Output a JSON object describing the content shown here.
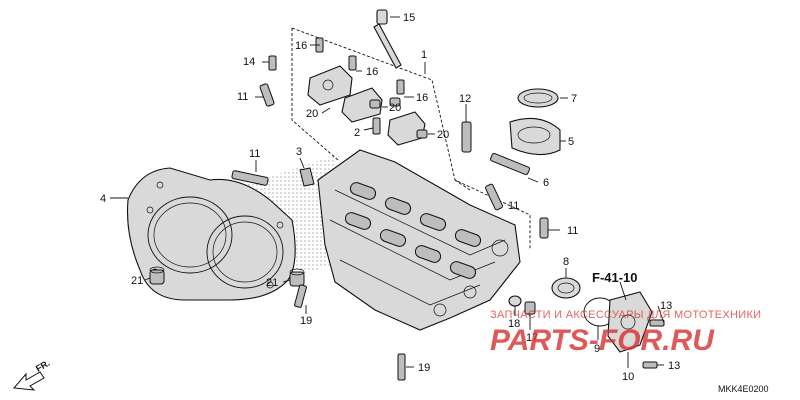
{
  "callouts": {
    "c15": "15",
    "c16a": "16",
    "c16b": "16",
    "c16c": "16",
    "c1": "1",
    "c14": "14",
    "c11a": "11",
    "c20a": "20",
    "c20b": "20",
    "c20c": "20",
    "c12": "12",
    "c7": "7",
    "c5": "5",
    "c2": "2",
    "c3": "3",
    "c11b": "11",
    "c4": "4",
    "c6": "6",
    "c11c": "11",
    "c11d": "11",
    "c8": "8",
    "c21a": "21",
    "c21b": "21",
    "c19a": "19",
    "c19b": "19",
    "c18": "18",
    "c17": "17",
    "c9": "9",
    "c13a": "13",
    "c13b": "13",
    "c10": "10"
  },
  "reference": "F-41-10",
  "front_marker": "FR.",
  "diagram_code": "MKK4E0200",
  "watermark": {
    "tagline": "ЗАПЧАСТИ И АКСЕССУАРЫ ДЛЯ МОТОТЕХНИКИ",
    "brand": "PARTS-FOR.RU"
  },
  "colors": {
    "ink": "#111111",
    "watermark": "#d7302f",
    "shade": "#d9d9d9"
  }
}
